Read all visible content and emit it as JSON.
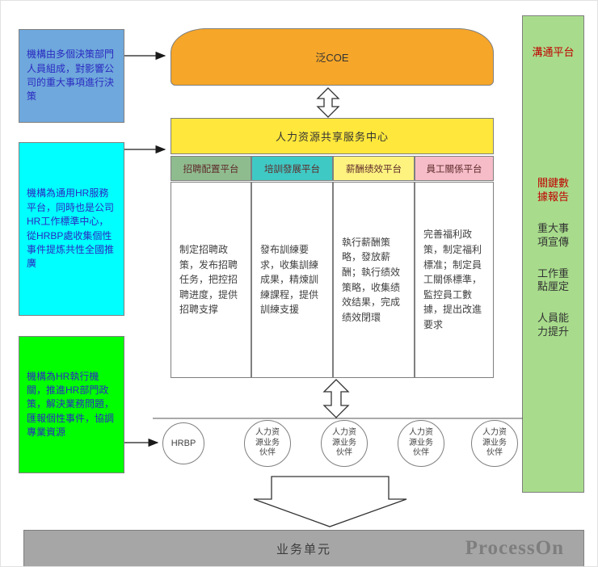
{
  "colors": {
    "note_blue": "#6FA8DC",
    "note_cyan": "#00FFFF",
    "note_green": "#00FF00",
    "coe_orange": "#F6A629",
    "ssc_yellow": "#FFE73B",
    "panel_green": "#A8DC8C",
    "footer_gray": "#A6A6A6",
    "red_text": "#C00000",
    "note_text_blue": "#2A2AC0"
  },
  "notes": [
    {
      "text": "機構由多個決策部門人員組成，對影響公司的重大事項進行決策",
      "color": "#6FA8DC"
    },
    {
      "text": "機構為通用HR服務平台，同時也是公司HR工作標準中心，從HRBP處收集個性事件提炼共性全國推廣",
      "color": "#00FFFF"
    },
    {
      "text": "機構為HR執行機關，推進HR部門政策，解決業務問題，匯報個性事件，協調專業資源",
      "color": "#00FF00"
    }
  ],
  "coe": {
    "label": "泛COE"
  },
  "ssc": {
    "label": "人力资源共享服务中心"
  },
  "platforms": [
    {
      "title": "招聘配置平台",
      "color": "#8FBC8F",
      "body": "制定招聘政策，发布招聘任务，把控招聘进度，提供招聘支撑"
    },
    {
      "title": "培訓發展平台",
      "color": "#3FC9C4",
      "body": "發布訓練要求，收集訓練成果，精煉訓練課程，提供訓練支援"
    },
    {
      "title": "薪酬绩效平台",
      "color": "#FFF380",
      "body": "執行薪酬策略，發放薪酬；執行绩效策略，收集绩效结果，完成绩效閉環"
    },
    {
      "title": "員工關係平台",
      "color": "#F6BDC9",
      "body": "完善福利政策，制定福利標准；制定員工關係標準，監控員工數據，提出改進要求"
    }
  ],
  "bp_circles": [
    {
      "label": "HRBP"
    },
    {
      "label": "人力资源业务伙伴"
    },
    {
      "label": "人力资源业务伙伴"
    },
    {
      "label": "人力资源业务伙伴"
    },
    {
      "label": "人力资源业务伙伴"
    }
  ],
  "right_panel": {
    "title": "溝通平台",
    "title_color": "#C00000",
    "items": [
      {
        "label": "關鍵數據報告",
        "color": "#C00000"
      },
      {
        "label": "重大事項宣傳",
        "color": "#333333"
      },
      {
        "label": "工作重點厘定",
        "color": "#333333"
      },
      {
        "label": "人員能力提升",
        "color": "#333333"
      }
    ]
  },
  "footer": {
    "label": "业务单元",
    "watermark": "ProcessOn"
  }
}
